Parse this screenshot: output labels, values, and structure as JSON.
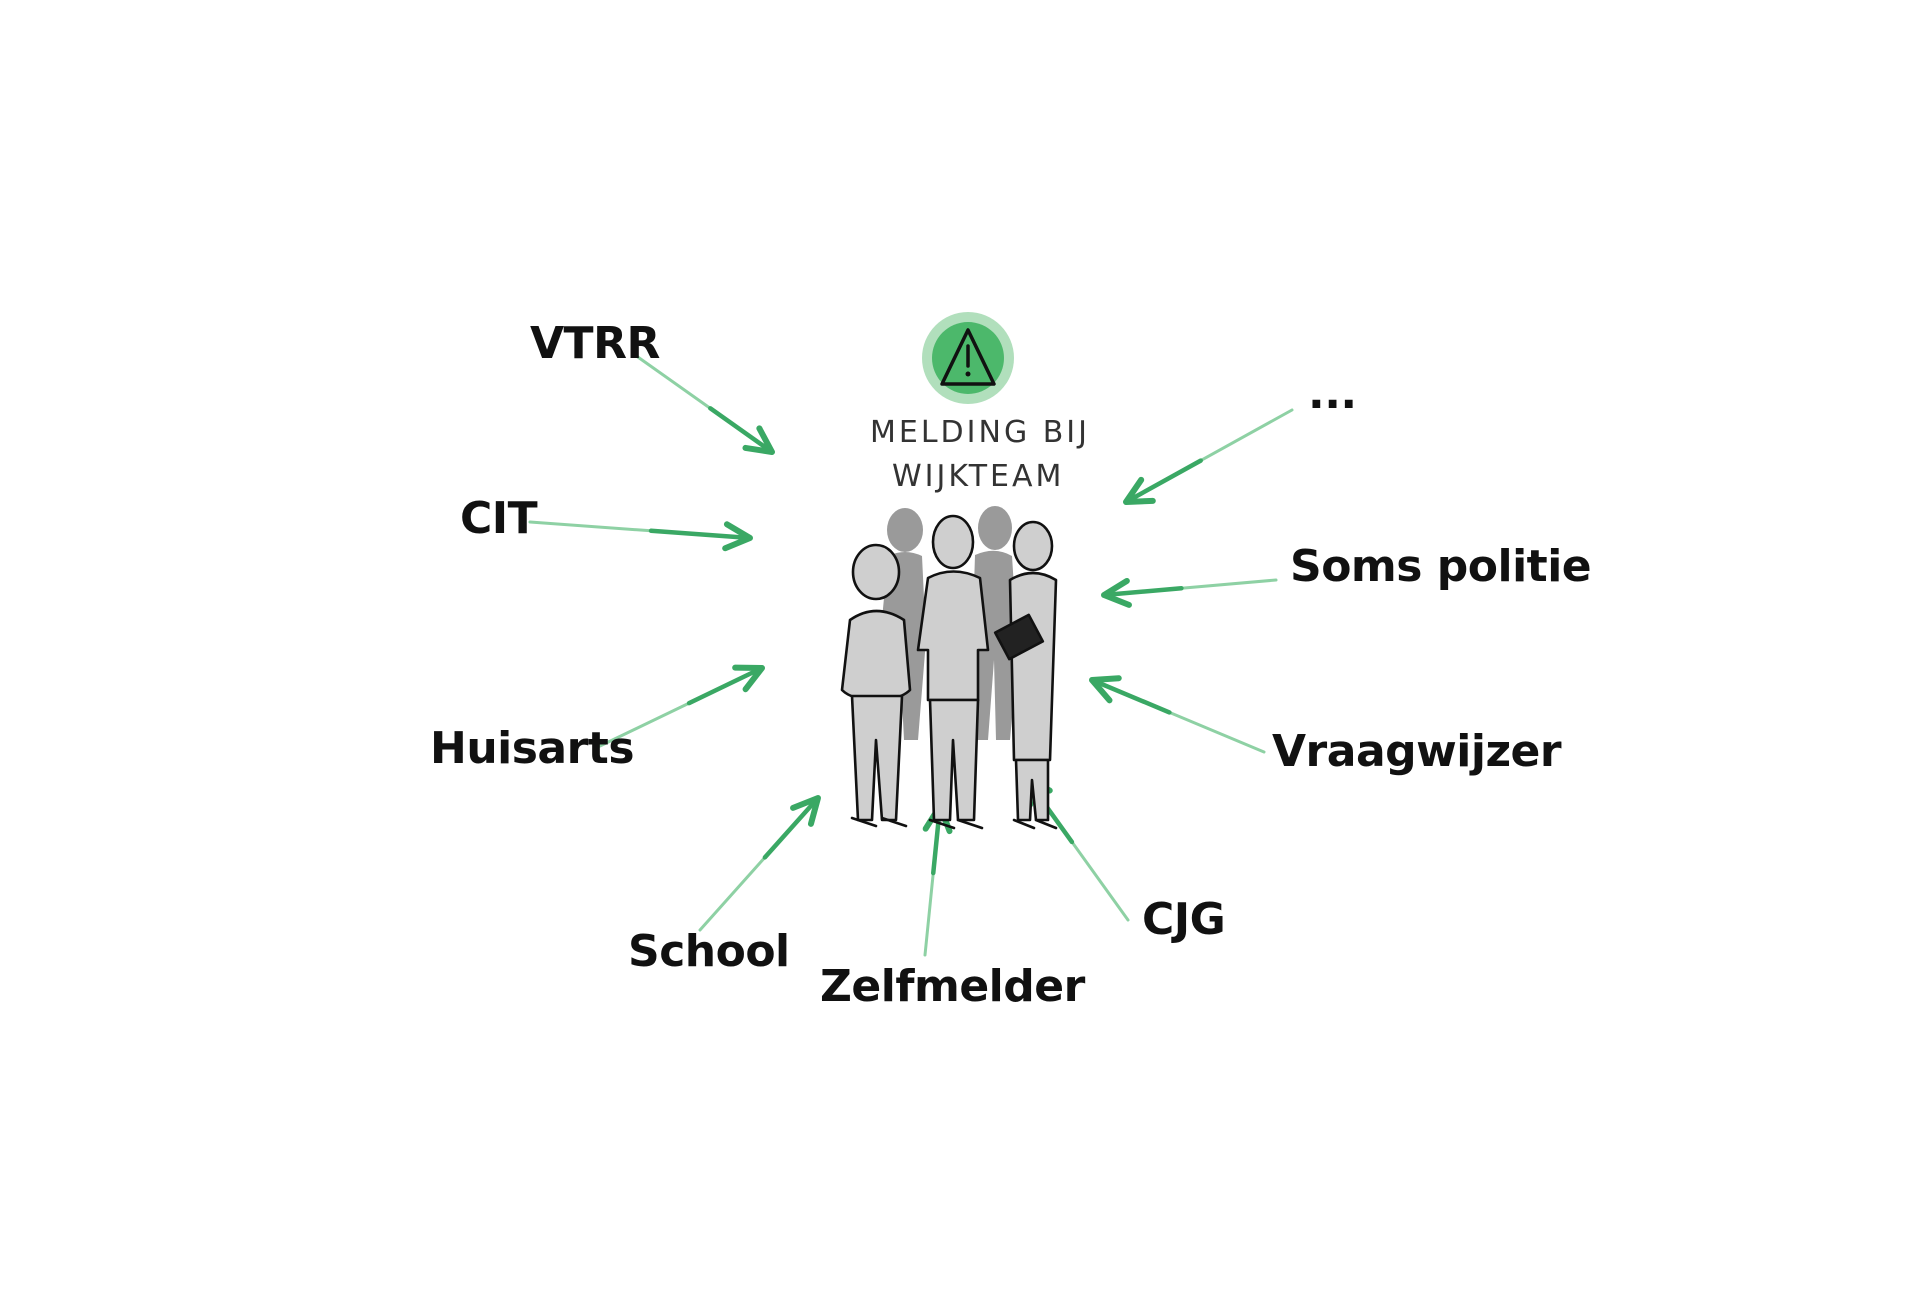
{
  "colors": {
    "arrow": "#3aa864",
    "arrow_light": "#8ed1a4",
    "alert_circle": "#4cb86b",
    "alert_halo": "#a9dcb5",
    "figure_fill": "#c9c9c9",
    "figure_shadow": "#9a9a9a",
    "ink": "#111111"
  },
  "center": {
    "icon": "warning-triangle-icon",
    "title_line1": "MELDING BIJ",
    "title_line2": "WIJKTEAM",
    "illustration": "group-of-people-illustration"
  },
  "sources": [
    {
      "id": "vtrr",
      "label": "VTRR"
    },
    {
      "id": "cit",
      "label": "CIT"
    },
    {
      "id": "huisarts",
      "label": "Huisarts"
    },
    {
      "id": "school",
      "label": "School"
    },
    {
      "id": "zelfmelder",
      "label": "Zelfmelder"
    },
    {
      "id": "cjg",
      "label": "CJG"
    },
    {
      "id": "vraagwijzer",
      "label": "Vraagwijzer"
    },
    {
      "id": "soms-politie",
      "label": "Soms politie"
    },
    {
      "id": "more",
      "label": "..."
    }
  ]
}
